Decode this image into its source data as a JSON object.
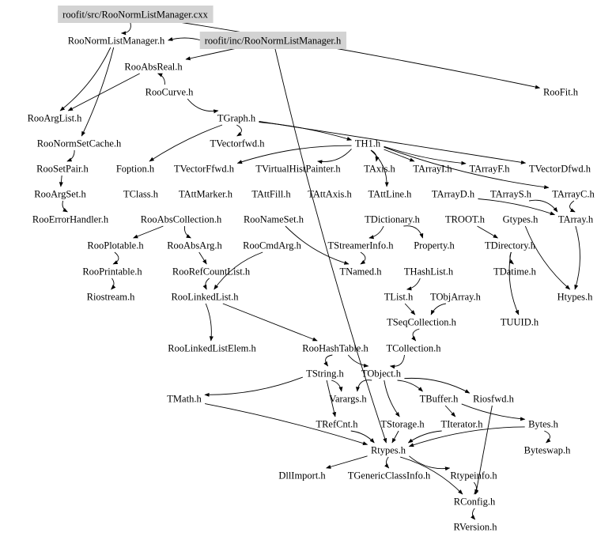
{
  "diagram": {
    "type": "include-dependency-graph",
    "highlighted_nodes": [
      "roofit/src/RooNormListManager.cxx",
      "roofit/inc/RooNormListManager.h"
    ],
    "highlight_color": "#d3d3d3",
    "edge_color": "#000000",
    "nodes": [
      {
        "id": "src_cxx",
        "label": "roofit/src/RooNormListManager.cxx",
        "highlight": true
      },
      {
        "id": "RooNormListManager",
        "label": "RooNormListManager.h"
      },
      {
        "id": "inc_h",
        "label": "roofit/inc/RooNormListManager.h",
        "highlight": true
      },
      {
        "id": "RooAbsReal",
        "label": "RooAbsReal.h"
      },
      {
        "id": "RooCurve",
        "label": "RooCurve.h"
      },
      {
        "id": "RooFit",
        "label": "RooFit.h"
      },
      {
        "id": "RooArgList",
        "label": "RooArgList.h"
      },
      {
        "id": "TGraph",
        "label": "TGraph.h"
      },
      {
        "id": "RooNormSetCache",
        "label": "RooNormSetCache.h"
      },
      {
        "id": "TVectorfwd",
        "label": "TVectorfwd.h"
      },
      {
        "id": "TH1",
        "label": "TH1.h"
      },
      {
        "id": "RooSetPair",
        "label": "RooSetPair.h"
      },
      {
        "id": "Foption",
        "label": "Foption.h"
      },
      {
        "id": "TVectorFfwd",
        "label": "TVectorFfwd.h"
      },
      {
        "id": "TVirtualHistPainter",
        "label": "TVirtualHistPainter.h"
      },
      {
        "id": "TAxis",
        "label": "TAxis.h"
      },
      {
        "id": "TArrayI",
        "label": "TArrayI.h"
      },
      {
        "id": "TArrayF",
        "label": "TArrayF.h"
      },
      {
        "id": "TVectorDfwd",
        "label": "TVectorDfwd.h"
      },
      {
        "id": "RooArgSet",
        "label": "RooArgSet.h"
      },
      {
        "id": "TClass",
        "label": "TClass.h"
      },
      {
        "id": "TAttMarker",
        "label": "TAttMarker.h"
      },
      {
        "id": "TAttFill",
        "label": "TAttFill.h"
      },
      {
        "id": "TAttAxis",
        "label": "TAttAxis.h"
      },
      {
        "id": "TAttLine",
        "label": "TAttLine.h"
      },
      {
        "id": "TArrayD",
        "label": "TArrayD.h"
      },
      {
        "id": "TArrayS",
        "label": "TArrayS.h"
      },
      {
        "id": "TArrayC",
        "label": "TArrayC.h"
      },
      {
        "id": "RooErrorHandler",
        "label": "RooErrorHandler.h"
      },
      {
        "id": "RooAbsCollection",
        "label": "RooAbsCollection.h"
      },
      {
        "id": "RooNameSet",
        "label": "RooNameSet.h"
      },
      {
        "id": "TDictionary",
        "label": "TDictionary.h"
      },
      {
        "id": "TROOT",
        "label": "TROOT.h"
      },
      {
        "id": "Gtypes",
        "label": "Gtypes.h"
      },
      {
        "id": "TArray",
        "label": "TArray.h"
      },
      {
        "id": "RooPlotable",
        "label": "RooPlotable.h"
      },
      {
        "id": "RooAbsArg",
        "label": "RooAbsArg.h"
      },
      {
        "id": "RooCmdArg",
        "label": "RooCmdArg.h"
      },
      {
        "id": "TStreamerInfo",
        "label": "TStreamerInfo.h"
      },
      {
        "id": "Property",
        "label": "Property.h"
      },
      {
        "id": "TDirectory",
        "label": "TDirectory.h"
      },
      {
        "id": "RooPrintable",
        "label": "RooPrintable.h"
      },
      {
        "id": "RooRefCountList",
        "label": "RooRefCountList.h"
      },
      {
        "id": "TNamed",
        "label": "TNamed.h"
      },
      {
        "id": "THashList",
        "label": "THashList.h"
      },
      {
        "id": "TDatime",
        "label": "TDatime.h"
      },
      {
        "id": "Riostream",
        "label": "Riostream.h"
      },
      {
        "id": "RooLinkedList",
        "label": "RooLinkedList.h"
      },
      {
        "id": "TList",
        "label": "TList.h"
      },
      {
        "id": "TObjArray",
        "label": "TObjArray.h"
      },
      {
        "id": "Htypes",
        "label": "Htypes.h"
      },
      {
        "id": "TSeqCollection",
        "label": "TSeqCollection.h"
      },
      {
        "id": "TUUID",
        "label": "TUUID.h"
      },
      {
        "id": "RooLinkedListElem",
        "label": "RooLinkedListElem.h"
      },
      {
        "id": "RooHashTable",
        "label": "RooHashTable.h"
      },
      {
        "id": "TCollection",
        "label": "TCollection.h"
      },
      {
        "id": "TString",
        "label": "TString.h"
      },
      {
        "id": "TObject",
        "label": "TObject.h"
      },
      {
        "id": "TMath",
        "label": "TMath.h"
      },
      {
        "id": "Varargs",
        "label": "Varargs.h"
      },
      {
        "id": "TBuffer",
        "label": "TBuffer.h"
      },
      {
        "id": "Riosfwd",
        "label": "Riosfwd.h"
      },
      {
        "id": "TRefCnt",
        "label": "TRefCnt.h"
      },
      {
        "id": "TStorage",
        "label": "TStorage.h"
      },
      {
        "id": "TIterator",
        "label": "TIterator.h"
      },
      {
        "id": "Bytes",
        "label": "Bytes.h"
      },
      {
        "id": "Rtypes",
        "label": "Rtypes.h"
      },
      {
        "id": "Byteswap",
        "label": "Byteswap.h"
      },
      {
        "id": "DllImport",
        "label": "DllImport.h"
      },
      {
        "id": "TGenericClassInfo",
        "label": "TGenericClassInfo.h"
      },
      {
        "id": "Rtypeinfo",
        "label": "Rtypeinfo.h"
      },
      {
        "id": "RConfig",
        "label": "RConfig.h"
      },
      {
        "id": "RVersion",
        "label": "RVersion.h"
      }
    ],
    "edges": [
      [
        "src_cxx",
        "RooNormListManager"
      ],
      [
        "src_cxx",
        "RooFit"
      ],
      [
        "inc_h",
        "RooAbsReal"
      ],
      [
        "inc_h",
        "RooNormListManager"
      ],
      [
        "inc_h",
        "Rtypes"
      ],
      [
        "RooNormListManager",
        "RooArgList"
      ],
      [
        "RooNormListManager",
        "RooNormSetCache"
      ],
      [
        "RooAbsReal",
        "RooArgList"
      ],
      [
        "RooCurve",
        "RooAbsReal"
      ],
      [
        "RooCurve",
        "TGraph"
      ],
      [
        "TGraph",
        "TVectorfwd"
      ],
      [
        "TGraph",
        "TH1"
      ],
      [
        "TGraph",
        "TVectorDfwd"
      ],
      [
        "TGraph",
        "Foption"
      ],
      [
        "TH1",
        "TVectorFfwd"
      ],
      [
        "TH1",
        "TVirtualHistPainter"
      ],
      [
        "TH1",
        "TAxis"
      ],
      [
        "TH1",
        "TArrayI"
      ],
      [
        "TH1",
        "TArrayF"
      ],
      [
        "TH1",
        "TArrayC"
      ],
      [
        "TH1",
        "TAttLine"
      ],
      [
        "RooNormSetCache",
        "RooSetPair"
      ],
      [
        "RooSetPair",
        "RooArgSet"
      ],
      [
        "RooArgSet",
        "RooErrorHandler"
      ],
      [
        "TArrayC",
        "TArray"
      ],
      [
        "TArrayS",
        "TArray"
      ],
      [
        "TArrayD",
        "TArray"
      ],
      [
        "RooAbsCollection",
        "RooPlotable"
      ],
      [
        "RooAbsCollection",
        "RooAbsArg"
      ],
      [
        "RooNameSet",
        "TNamed"
      ],
      [
        "TDictionary",
        "Property"
      ],
      [
        "TDictionary",
        "TStreamerInfo"
      ],
      [
        "TROOT",
        "TDirectory"
      ],
      [
        "TDirectory",
        "TDatime"
      ],
      [
        "TDirectory",
        "TUUID"
      ],
      [
        "RooPlotable",
        "RooPrintable"
      ],
      [
        "RooPrintable",
        "Riostream"
      ],
      [
        "RooAbsArg",
        "RooRefCountList"
      ],
      [
        "RooRefCountList",
        "RooLinkedList"
      ],
      [
        "RooCmdArg",
        "RooLinkedList"
      ],
      [
        "TStreamerInfo",
        "TNamed"
      ],
      [
        "THashList",
        "TList"
      ],
      [
        "TList",
        "TSeqCollection"
      ],
      [
        "TObjArray",
        "TSeqCollection"
      ],
      [
        "TSeqCollection",
        "TCollection"
      ],
      [
        "TCollection",
        "TObject"
      ],
      [
        "RooLinkedList",
        "RooLinkedListElem"
      ],
      [
        "RooLinkedList",
        "RooHashTable"
      ],
      [
        "RooHashTable",
        "TObject"
      ],
      [
        "RooHashTable",
        "TString"
      ],
      [
        "TString",
        "TMath"
      ],
      [
        "TString",
        "Varargs"
      ],
      [
        "TString",
        "TRefCnt"
      ],
      [
        "TObject",
        "TStorage"
      ],
      [
        "TObject",
        "Varargs"
      ],
      [
        "TObject",
        "Riosfwd"
      ],
      [
        "TObject",
        "TBuffer"
      ],
      [
        "TBuffer",
        "TIterator"
      ],
      [
        "TBuffer",
        "Bytes"
      ],
      [
        "Gtypes",
        "Htypes"
      ],
      [
        "TArray",
        "Htypes"
      ],
      [
        "TRefCnt",
        "Rtypes"
      ],
      [
        "TStorage",
        "Rtypes"
      ],
      [
        "TIterator",
        "Rtypes"
      ],
      [
        "Bytes",
        "Rtypes"
      ],
      [
        "Bytes",
        "Byteswap"
      ],
      [
        "TMath",
        "Rtypes"
      ],
      [
        "Rtypes",
        "DllImport"
      ],
      [
        "Rtypes",
        "TGenericClassInfo"
      ],
      [
        "Rtypes",
        "Rtypeinfo"
      ],
      [
        "Rtypes",
        "RConfig"
      ],
      [
        "Rtypeinfo",
        "RConfig"
      ],
      [
        "Riosfwd",
        "RConfig"
      ],
      [
        "RConfig",
        "RVersion"
      ]
    ]
  }
}
